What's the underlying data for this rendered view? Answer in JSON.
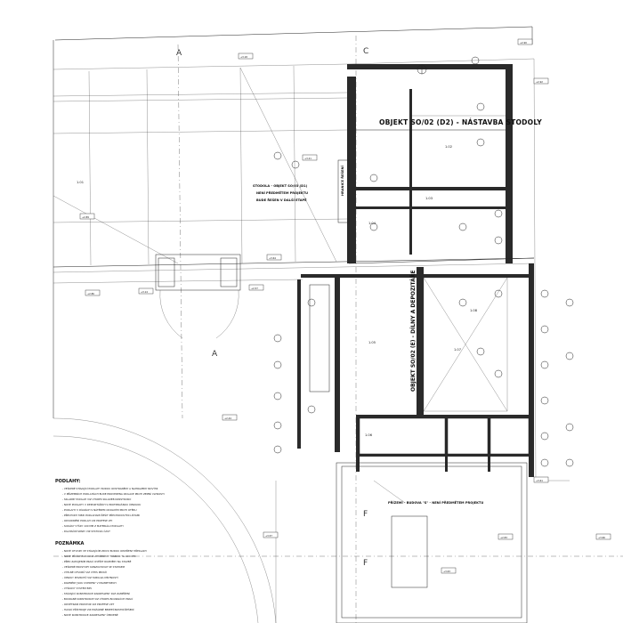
{
  "drawing": {
    "grid_labels": [
      "A",
      "C",
      "A",
      "F",
      "F"
    ],
    "room_labels": [
      {
        "id": "1.01",
        "text": "1.01"
      },
      {
        "id": "1.02",
        "text": "1.02"
      },
      {
        "id": "1.03",
        "text": "1.03"
      },
      {
        "id": "1.04",
        "text": "1.04"
      },
      {
        "id": "1.05",
        "text": "1.05"
      },
      {
        "id": "1.06",
        "text": "1.06"
      },
      {
        "id": "1.07",
        "text": "1.07"
      },
      {
        "id": "1.08",
        "text": "1.08"
      }
    ],
    "objects": {
      "so02_d2": "OBJEKT SO/02 (D2) - NÁSTAVBA STODOLY",
      "so03_line1": "STODOLA - OBJEKT SO/03 (D1)",
      "so03_line2": "NENÍ PŘEDMĚTEM PROJEKTU",
      "so03_line3": "BUDE ŘEŠEN V DALŠÍ ETAPĚ",
      "so02_e": "OBJEKT SO/02 (E) - DÍLNY A DEPOZITÁŘE",
      "hranice": "HRANICE ŘEŠENÍ",
      "budova_s": "PŘÍZEMÍ - BUDOVA \"S\" - NENÍ PŘEDMĚTEM PROJEKTU"
    },
    "level_tags": [
      "+2.90",
      "+3.18",
      "+2.92",
      "+2.89",
      "+2.86",
      "+3.14",
      "+2.57",
      "+2.44",
      "+3.57",
      "+3.66",
      "+3.61",
      "+3.21",
      "+2.83",
      "+3.63",
      "+3.64"
    ],
    "notes": {
      "podlahy_title": "PODLAHY:",
      "podlahy_lines": [
        "- VEŠKERÉ STÁVAJÍCÍ PODLAHY BUDOU ODSTRANĚNY A NAHRAZENY NOVÝMI",
        "- V PŘÍZEMNÍCH PODLAHÁCH BUDE PROVEDENA IZOLACE PROTI ZEMNÍ VLHKOSTI",
        "- SKLADBY PODLAH VIZ VÝKRES SKLADEB KONSTRUKCÍ",
        "- NOVÉ PODLAHY V DEPOZITÁŘÍCH S PROTIPRAŠNOU ÚPRAVOU",
        "- PODLAHY V DÍLNÁCH S NÁTĚREM ODOLNÝM PROTI OTĚRU",
        "- PŘECHODY MEZI PODLAHAMI ŘEŠIT PŘECHODOVÝMI LIŠTAMI",
        "- ODVODNĚNÍ PODLAH VIZ PROFESE ZTI",
        "- SOKLÍKY VÝŠKY 100 MM Z MATERIÁLU PODLAHY",
        "- DILATAČNÍ SPÁRY VIZ STATICKÁ ČÁST"
      ],
      "poznamka_title": "POZNÁMKA",
      "poznamka_lines": [
        "- NOVÉ OTVORY VE STÁVAJÍCÍM ZDIVU BUDOU OPATŘENY PŘEKLADY",
        "- NOVÉ PŘÍČKY BUDOU Z LEHČENÝCH TVÁRNIC TL. 100 MM",
        "- PŘED ZAHÁJENÍM PRACÍ OVĚŘIT ROZMĚRY NA STAVBĚ",
        "- VEŠKERÉ PROSTUPY KONZULTOVAT SE STATIKEM",
        "- VÝPLNĚ OTVORŮ VIZ VÝPIS PRVKŮ",
        "- ÚPRAVY POVRCHŮ VIZ TABULKA MÍSTNOSTÍ",
        "- ROZMĚRY JSOU UVEDENY V MILIMETRECH",
        "- VÝŠKOVÝ SYSTÉM BPV",
        "- STÁVAJÍCÍ KONSTRUKCE ZAKRESLENY DLE ZAMĚŘENÍ",
        "- BOURANÉ KONSTRUKCE VIZ VÝKRES BOURACÍCH PRACÍ",
        "- ODVĚTRÁNÍ PROSTOR VIZ PROFESE VZT",
        "- HASICÍ PŘÍSTROJE VIZ POŽÁRNĚ BEZPEČNOSTNÍ ŘEŠENÍ",
        "- NOVÉ KONSTRUKCE ZAKRESLENY ČERVENĚ"
      ]
    }
  }
}
